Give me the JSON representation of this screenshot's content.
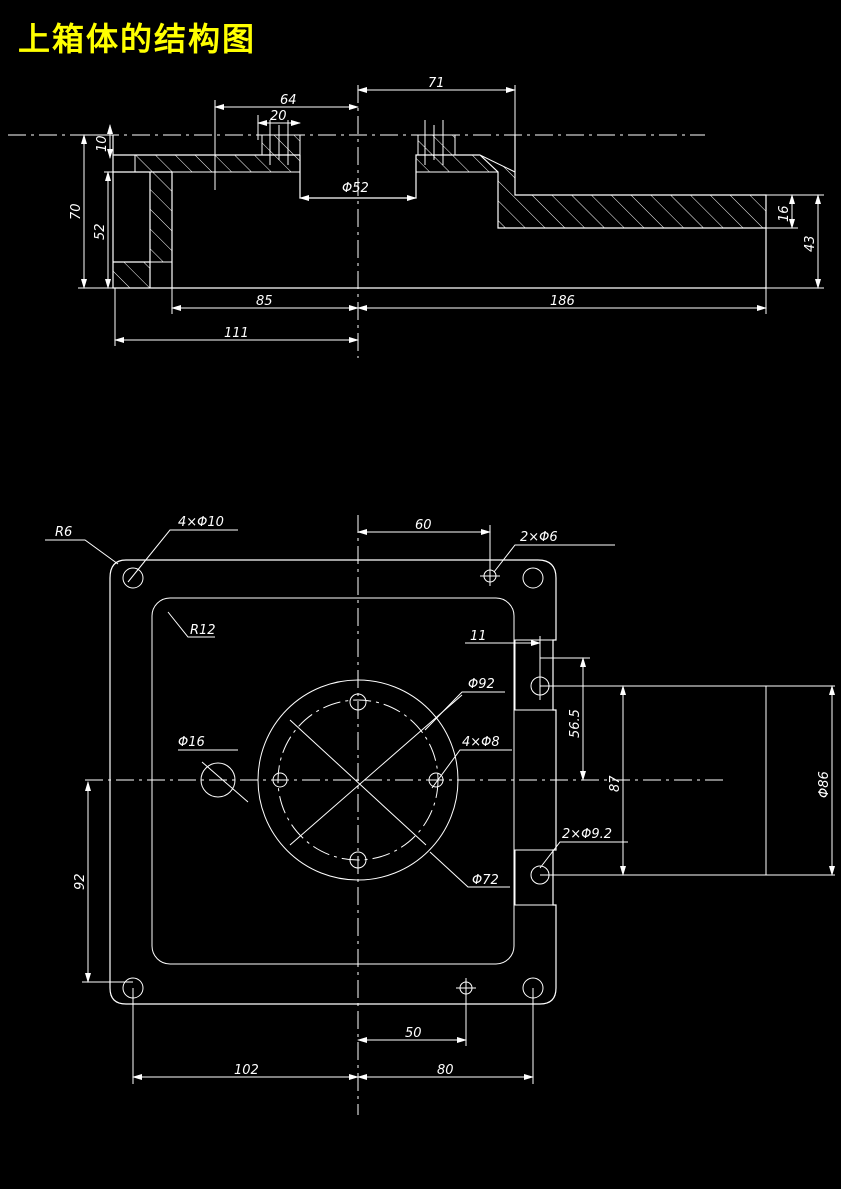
{
  "title": "上箱体的结构图",
  "section_view": {
    "dims": {
      "d64": "64",
      "d20": "20",
      "d71": "71",
      "d10": "10",
      "d70": "70",
      "d52": "52",
      "phi52": "Φ52",
      "d16": "16",
      "d43": "43",
      "d85": "85",
      "d186": "186",
      "d111": "111"
    }
  },
  "plan_view": {
    "dims": {
      "r6": "R6",
      "holes_4x10": "4×Φ10",
      "d60": "60",
      "holes_2x6": "2×Φ6",
      "r12": "R12",
      "d11": "11",
      "phi92": "Φ92",
      "d56_5": "56.5",
      "phi16": "Φ16",
      "holes_4x8": "4×Φ8",
      "d87": "87",
      "phi86": "Φ86",
      "holes_2x9_2": "2×Φ9.2",
      "phi72": "Φ72",
      "d92": "92",
      "d50": "50",
      "d102": "102",
      "d80": "80"
    }
  }
}
